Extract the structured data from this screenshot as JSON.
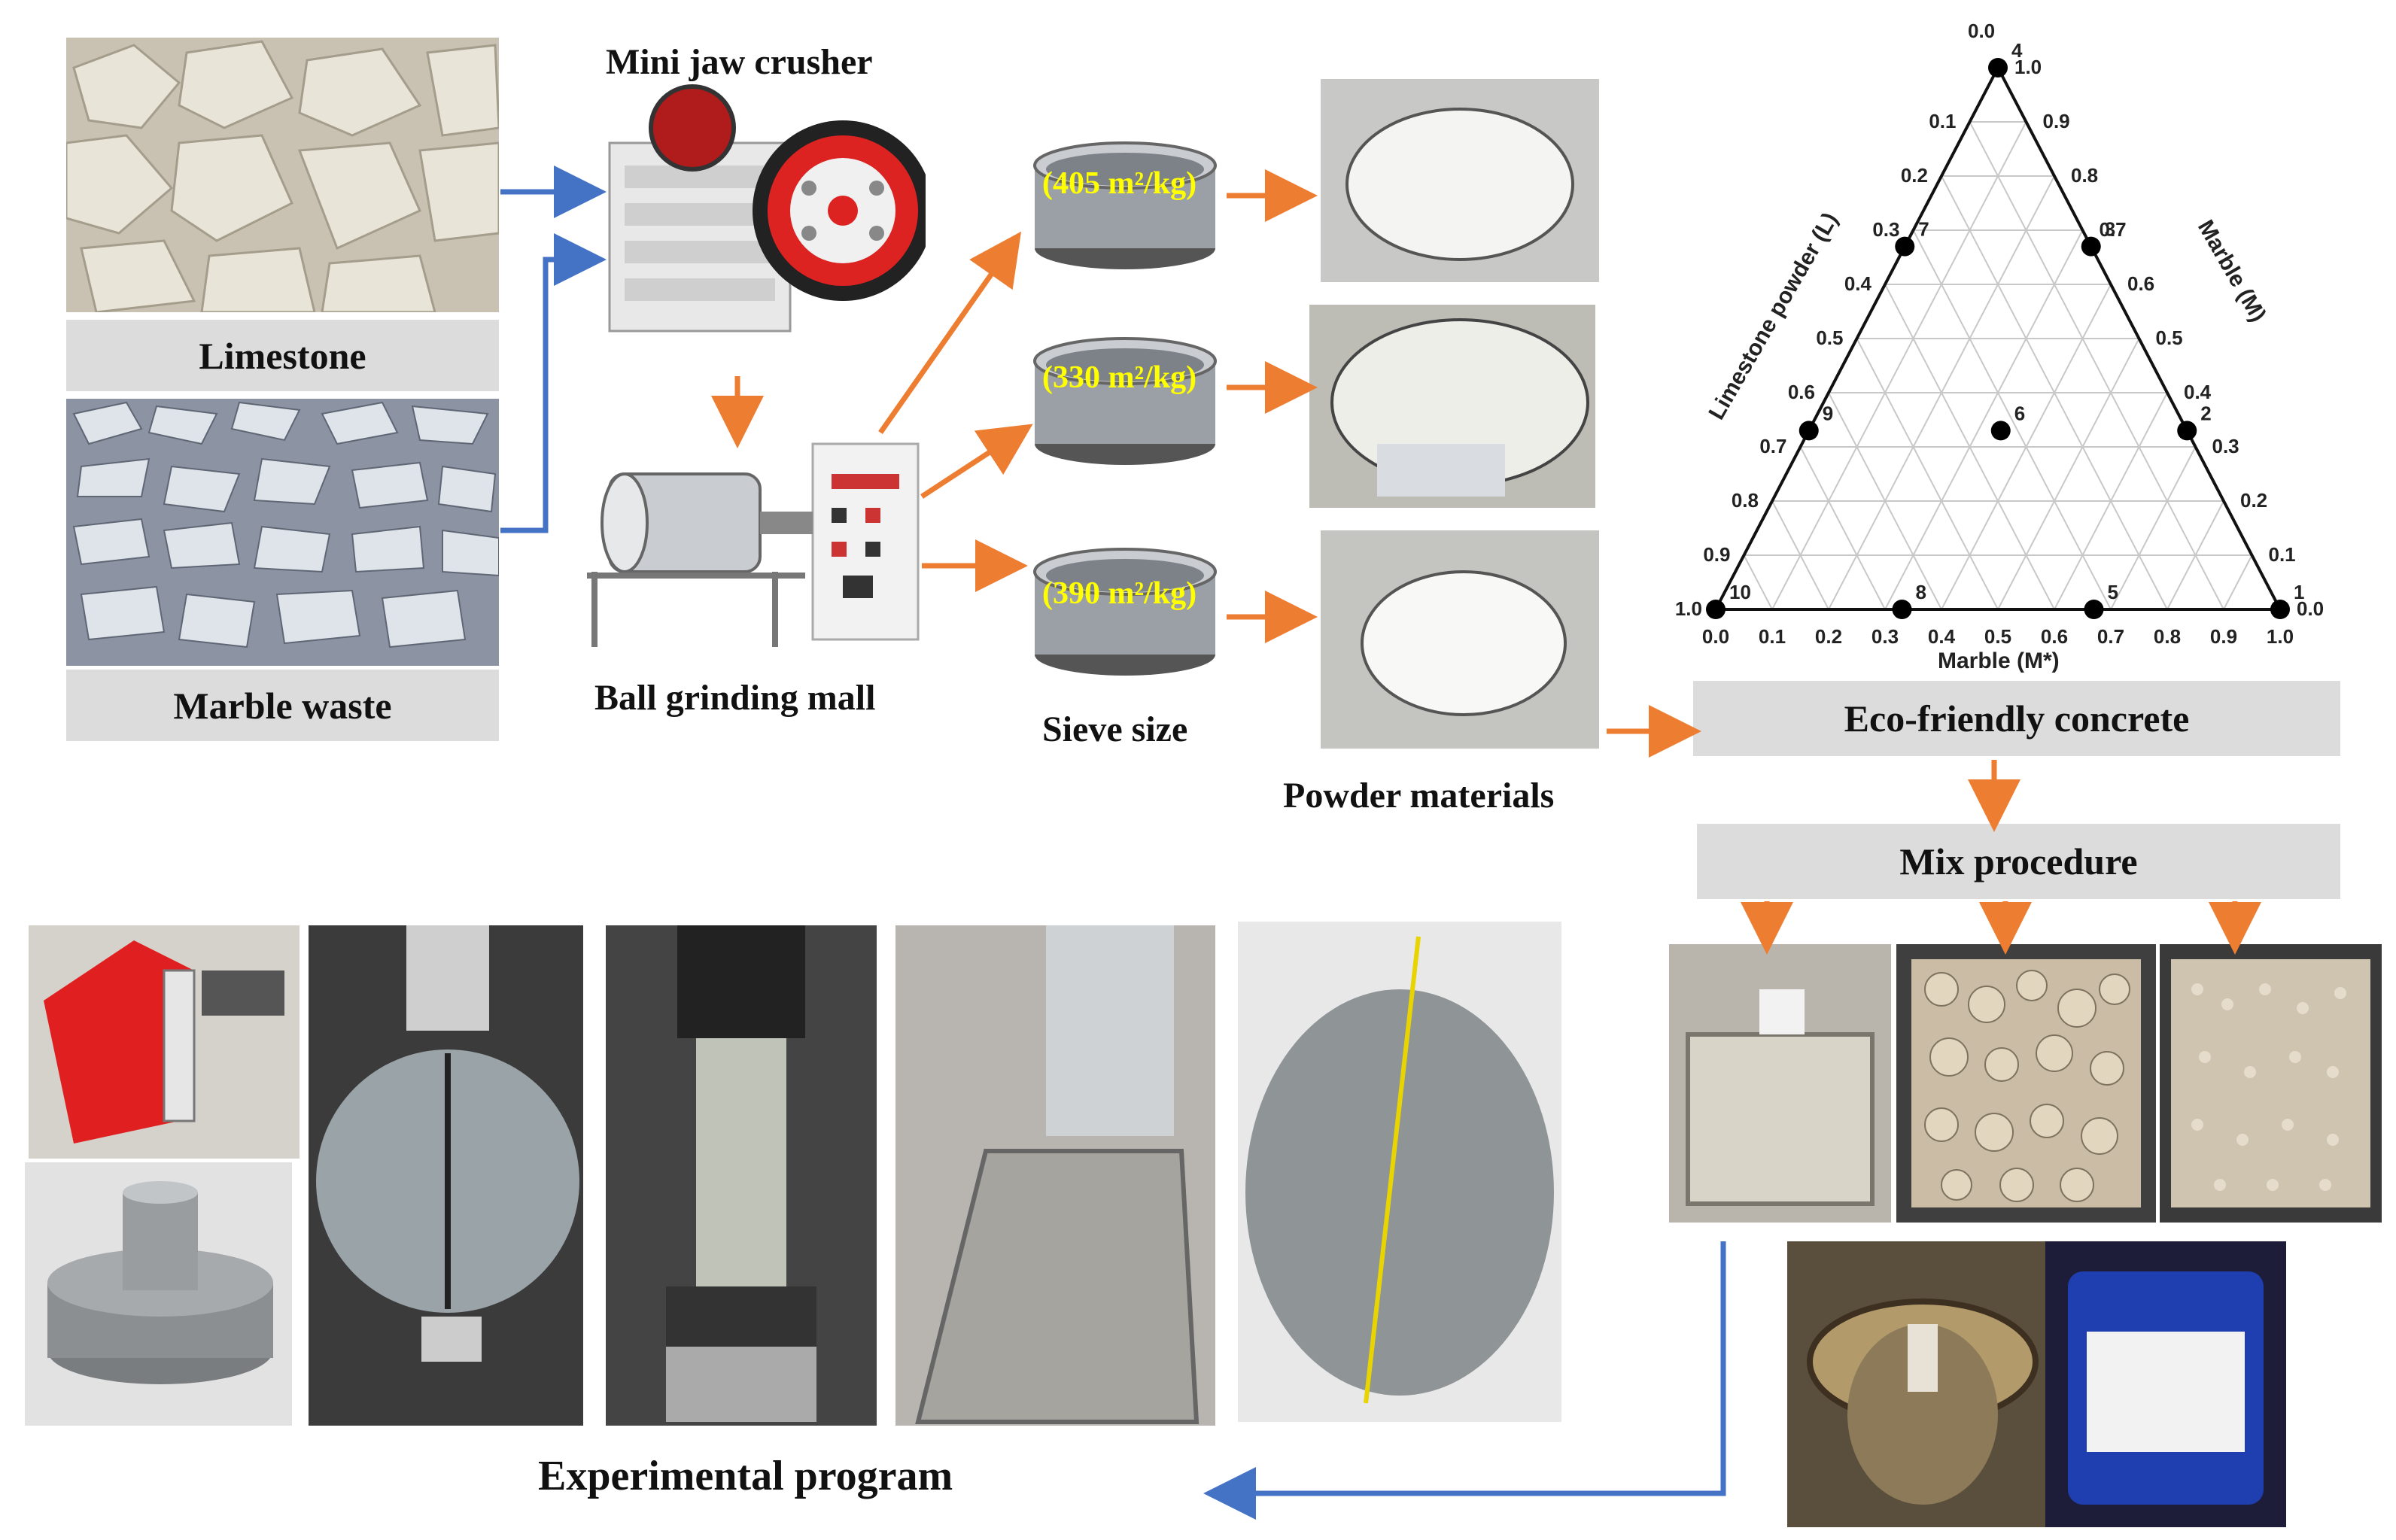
{
  "labels": {
    "mini_jaw_crusher": "Mini jaw crusher",
    "limestone": "Limestone",
    "marble_waste": "Marble waste",
    "ball_grinding_mall": "Ball grinding mall",
    "sieve_size": "Sieve size",
    "powder_materials": "Powder materials",
    "eco_friendly_concrete": "Eco-friendly concrete",
    "mix_procedure": "Mix procedure",
    "experimental_program": "Experimental program"
  },
  "sieves": [
    {
      "label": "(405 m²/kg)"
    },
    {
      "label": "(330 m²/kg)"
    },
    {
      "label": "(390 m²/kg)"
    }
  ],
  "ternary": {
    "top_value": "0.0",
    "left_axis_title": "Limestone powder (L)",
    "right_axis_title": "Marble (M)",
    "bottom_axis_title": "Marble (M*)",
    "bottom_ticks": [
      "0.0",
      "0.1",
      "0.2",
      "0.3",
      "0.4",
      "0.5",
      "0.6",
      "0.7",
      "0.8",
      "0.9",
      "1.0"
    ],
    "left_ticks": [
      "0.1",
      "0.2",
      "0.3",
      "0.4",
      "0.5",
      "0.6",
      "0.7",
      "0.8",
      "0.9",
      "1.0"
    ],
    "right_ticks": [
      "1.0",
      "0.9",
      "0.8",
      "0.7",
      "0.6",
      "0.5",
      "0.4",
      "0.3",
      "0.2",
      "0.1",
      "0.0"
    ],
    "points": [
      {
        "id": "1",
        "L": 0.0,
        "M": 0.0
      },
      {
        "id": "2",
        "L": 0.0,
        "M": 0.33
      },
      {
        "id": "3",
        "L": 0.0,
        "M": 0.67
      },
      {
        "id": "4",
        "L": 0.0,
        "M": 1.0
      },
      {
        "id": "5",
        "L": 0.33,
        "M": 0.0
      },
      {
        "id": "6",
        "L": 0.33,
        "M": 0.33
      },
      {
        "id": "7",
        "L": 0.33,
        "M": 0.67
      },
      {
        "id": "8",
        "L": 0.67,
        "M": 0.0
      },
      {
        "id": "9",
        "L": 0.67,
        "M": 0.33
      },
      {
        "id": "10",
        "L": 1.0,
        "M": 0.0
      }
    ]
  },
  "colors": {
    "orange_arrow": "#ED7D31",
    "blue_arrow": "#4472C4",
    "sieve_text": "#FFFF00",
    "caption_bg": "#DCDCDC"
  }
}
